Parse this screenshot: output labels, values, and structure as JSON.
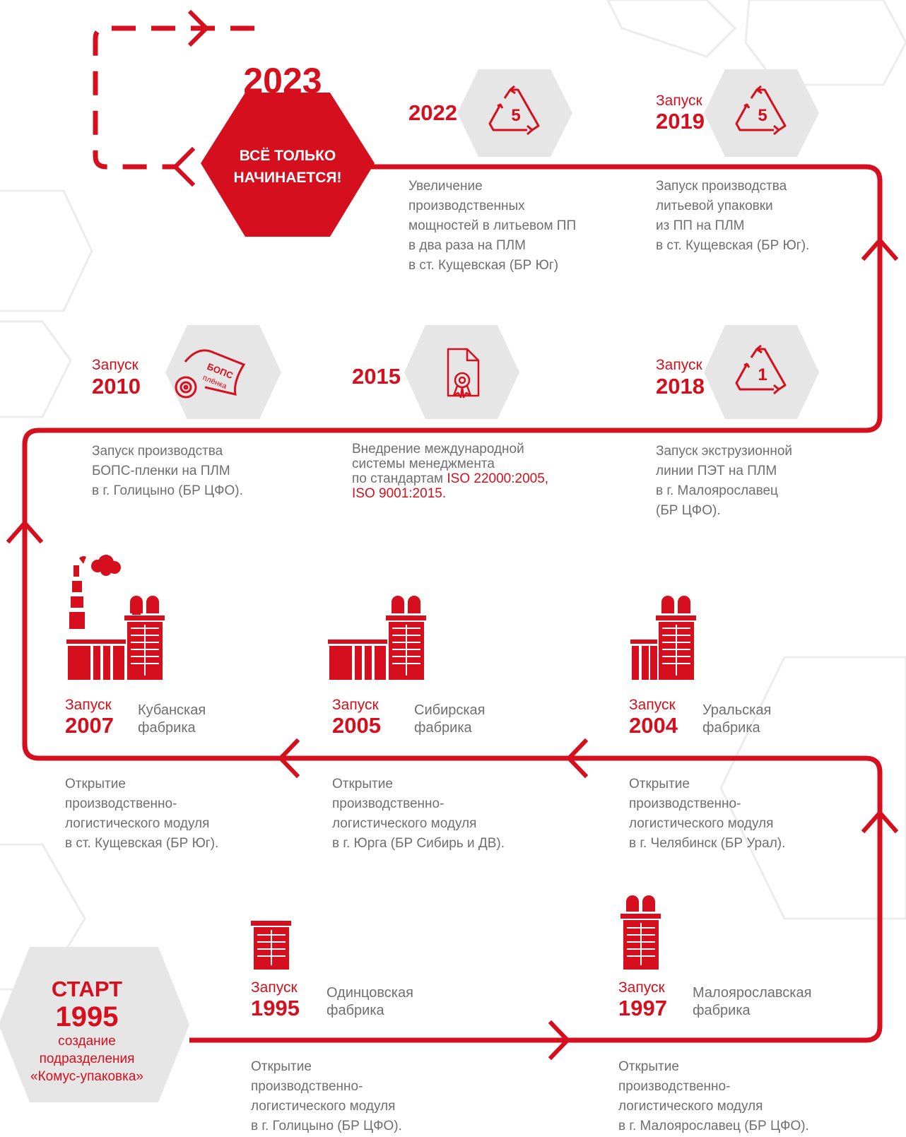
{
  "colors": {
    "accent": "#d50f1d",
    "text_grey": "#6f6f6f",
    "hex_fill": "#e6e6e6",
    "hex_outline": "#e9e9e9"
  },
  "final": {
    "year": "2023",
    "line1": "ВСЁ ТОЛЬКО",
    "line2": "НАЧИНАЕТСЯ!"
  },
  "start": {
    "title": "СТАРТ",
    "year": "1995",
    "line1": "создание",
    "line2": "подразделения",
    "line3": "«Комус-упаковка»"
  },
  "milestones": {
    "m2022": {
      "year": "2022",
      "icon": "recycle-5-icon",
      "text": "Увеличение\nпроизводственных\nмощностей в литьевом ПП\nв два раза на ПЛМ\nв ст. Кущевская (БР Юг)"
    },
    "m2019": {
      "label": "Запуск",
      "year": "2019",
      "icon": "recycle-5-icon",
      "text": "Запуск производства\nлитьевой упаковки\nиз ПП на ПЛМ\nв ст. Кущевская (БР Юг)."
    },
    "m2018": {
      "label": "Запуск",
      "year": "2018",
      "icon": "recycle-1-icon",
      "text": "Запуск экструзионной\nлинии ПЭТ на ПЛМ\nв г. Малоярославец\n(БР ЦФО)."
    },
    "m2015": {
      "year": "2015",
      "icon": "certificate-icon",
      "text_plain": "Внедрение международной\nсистемы менеджмента\nпо стандартам ",
      "text_iso1": "ISO 22000:2005,",
      "text_iso2": "ISO 9001:2015."
    },
    "m2010": {
      "label": "Запуск",
      "year": "2010",
      "icon": "bops-film-roll-icon",
      "icon_text1": "БОПС",
      "icon_text2": "плёнка",
      "text": "Запуск производства\nБОПС-пленки на ПЛМ\nв г. Голицыно (БР ЦФО)."
    },
    "m2007": {
      "label": "Запуск",
      "year": "2007",
      "factory": "Кубанская\nфабрика",
      "text": "Открытие\nпроизводственно-\nлогистического модуля\nв ст. Кущевская (БР Юг)."
    },
    "m2005": {
      "label": "Запуск",
      "year": "2005",
      "factory": "Сибирская\nфабрика",
      "text": "Открытие\nпроизводственно-\nлогистического модуля\nв г. Юрга (БР Сибирь и ДВ)."
    },
    "m2004": {
      "label": "Запуск",
      "year": "2004",
      "factory": "Уральская\nфабрика",
      "text": "Открытие\nпроизводственно-\nлогистического модуля\nв г. Челябинск (БР Урал)."
    },
    "m1995": {
      "label": "Запуск",
      "year": "1995",
      "factory": "Одинцовская\nфабрика",
      "text": "Открытие\nпроизводственно-\nлогистического модуля\nв г. Голицыно (БР ЦФО)."
    },
    "m1997": {
      "label": "Запуск",
      "year": "1997",
      "factory": "Малоярославская\nфабрика",
      "text": "Открытие\nпроизводственно-\nлогистического модуля\nв г. Малоярославец (БР ЦФО)."
    }
  }
}
